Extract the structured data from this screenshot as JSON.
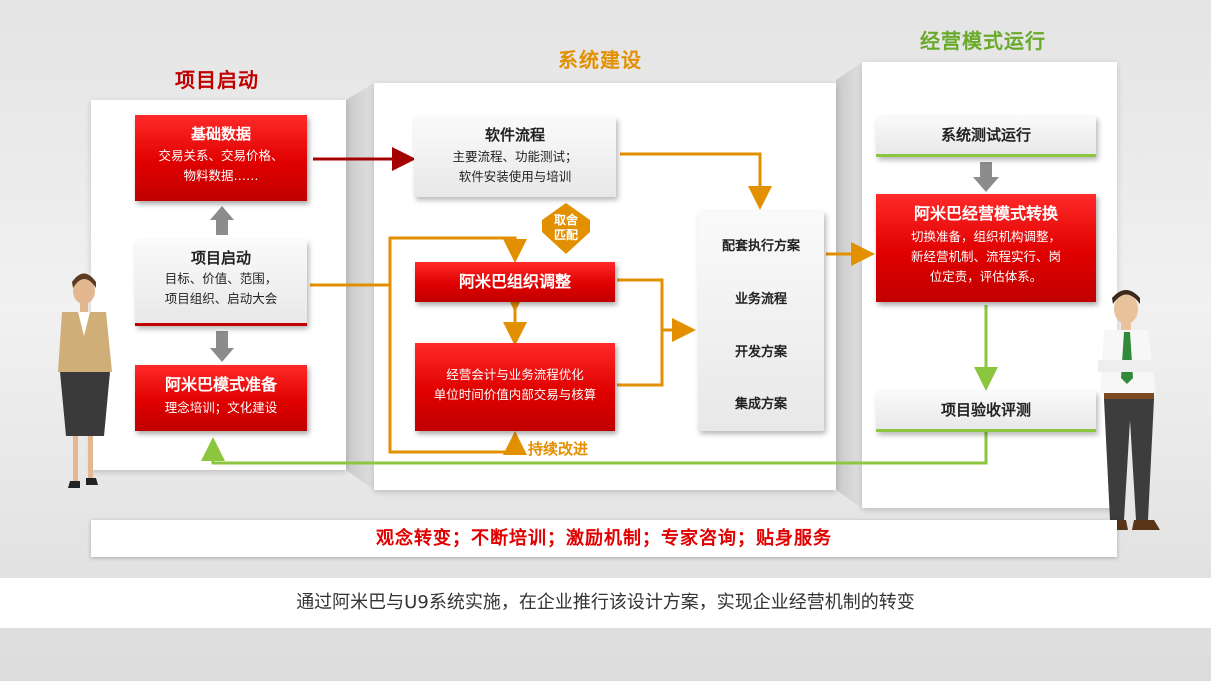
{
  "phases": {
    "start": {
      "title": "项目启动",
      "color": "#c00000"
    },
    "build": {
      "title": "系统建设",
      "color": "#e39000"
    },
    "run": {
      "title": "经营模式运行",
      "color": "#6aaa2a"
    }
  },
  "left": {
    "basic_data": {
      "title": "基础数据",
      "lines": [
        "交易关系、交易价格、",
        "物料数据……"
      ]
    },
    "kickoff": {
      "title": "项目启动",
      "lines": [
        "目标、价值、范围，",
        "项目组织、启动大会"
      ]
    },
    "prep": {
      "title": "阿米巴模式准备",
      "lines": [
        "理念培训；文化建设"
      ]
    }
  },
  "middle": {
    "software": {
      "title": "软件流程",
      "lines": [
        "主要流程、功能测试；",
        "软件安装使用与培训"
      ]
    },
    "tradeoff": [
      "取舍",
      "匹配"
    ],
    "org": {
      "title": "阿米巴组织调整"
    },
    "accounting": {
      "lines": [
        "经营会计与业务流程优化",
        "单位时间价值内部交易与核算"
      ]
    },
    "improve": "持续改进",
    "plans": [
      "配套执行方案",
      "业务流程",
      "开发方案",
      "集成方案"
    ]
  },
  "right": {
    "test": {
      "title": "系统测试运行"
    },
    "transform": {
      "title": "阿米巴经营模式转换",
      "lines": [
        "切换准备，组织机构调整，",
        "新经营机制、流程实行、岗",
        "位定责，评估体系。"
      ]
    },
    "acceptance": {
      "title": "项目验收评测"
    }
  },
  "bottom_bar": "观念转变；不断培训；激励机制；专家咨询；贴身服务",
  "footer": "通过阿米巴与U9系统实施，在企业推行该设计方案，实现企业经营机制的转变",
  "colors": {
    "red": "#e00000",
    "orange": "#e39000",
    "green": "#8cc63f",
    "grey_arrow": "#8c8c8c",
    "dark_red": "#a40000"
  }
}
